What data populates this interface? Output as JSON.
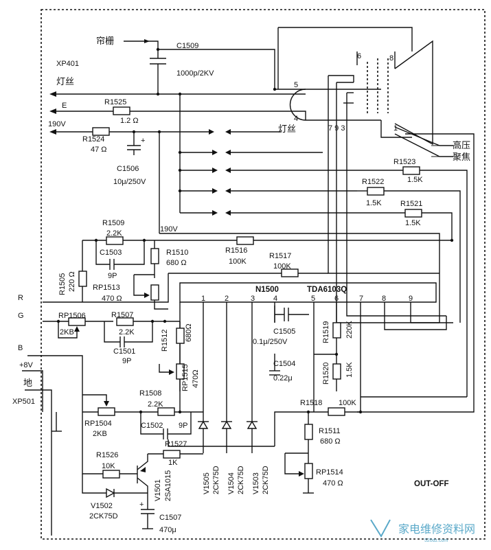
{
  "labels": {
    "grid": "帘栅",
    "c1509_name": "C1509",
    "c1509_value": "1000p/2KV",
    "xp401": "XP401",
    "filament": "灯丝",
    "filament2": "灯丝",
    "e": "E",
    "v190": "190V",
    "v190b": "190V",
    "r1525_name": "R1525",
    "r1525_value": "1.2 Ω",
    "r1524_name": "R1524",
    "r1524_value": "47 Ω",
    "c1506_name": "C1506",
    "c1506_value": "10μ/250V",
    "high_voltage": "高压",
    "focus": "聚焦",
    "pin5": "5",
    "pin4": "4",
    "pin6": "6",
    "pin8": "8",
    "pin1": "1",
    "pin793": "7 9 3",
    "r1523_name": "R1523",
    "r1523_value": "1.5K",
    "r1522_name": "R1522",
    "r1522_value": "1.5K",
    "r1521_name": "R1521",
    "r1521_value": "1.5K",
    "r1509_name": "R1509",
    "r1509_value": "2.2K",
    "c1503_name": "C1503",
    "c1503_value": "9P",
    "r1505_name": "R1505",
    "r1505_value": "220 Ω",
    "r1510_name": "R1510",
    "r1510_value": "680 Ω",
    "r1516_name": "R1516",
    "r1516_value": "100K",
    "r1517_name": "R1517",
    "r1517_value": "100K",
    "rp1513_name": "RP1513",
    "rp1513_value": "470 Ω",
    "n1500": "N1500",
    "tda": "TDA6103Q",
    "ic_pins": [
      "1",
      "2",
      "3",
      "4",
      "5",
      "6",
      "7",
      "8",
      "9"
    ],
    "in_r": "R",
    "in_g": "G",
    "in_b": "B",
    "plus8v": "+8V",
    "ground": "地",
    "xp501": "XP501",
    "rp1506_name": "RP1506",
    "rp1506_value": "2KB",
    "r1507_name": "R1507",
    "r1507_value": "2.2K",
    "c1501_name": "C1501",
    "c1501_value": "9P",
    "r1512_name": "R1512",
    "r1512_value": "680Ω",
    "rp1515_name": "RP1515",
    "rp1515_value": "470Ω",
    "c1505_name": "C1505",
    "c1505_value": "0.1μ/250V",
    "r1519_name": "R1519",
    "r1519_value": "220K",
    "c1504_name": "C1504",
    "c1504_value": "0.22μ",
    "r1520_name": "R1520",
    "r1520_value": "1.5K",
    "r1508_name": "R1508",
    "r1508_value": "2.2K",
    "rp1504_name": "RP1504",
    "rp1504_value": "2KB",
    "c1502_name": "C1502",
    "c1502_value": "9P",
    "r1518_name": "R1518",
    "r1518_value": "100K",
    "r1511_name": "R1511",
    "r1511_value": "680 Ω",
    "r1527_name": "R1527",
    "r1527_value": "1K",
    "r1526_name": "R1526",
    "r1526_value": "10K",
    "v1501_name": "V1501",
    "v1501_value": "2SA1015",
    "v1505_name": "V1505",
    "v1505_value": "2CK75D",
    "v1504_name": "V1504",
    "v1504_value": "2CK75D",
    "v1503_name": "V1503",
    "v1503_value": "2CK75D",
    "rp1514_name": "RP1514",
    "rp1514_value": "470 Ω",
    "v1502_name": "V1502",
    "v1502_value": "2CK75D",
    "c1507_name": "C1507",
    "c1507_value": "470μ",
    "out_off": "OUT-OFF",
    "plus": "+",
    "watermark": "家电维修资料网",
    "watermark_url": "520dz.com"
  },
  "colors": {
    "ink": "#111111",
    "watermark": "#5aa9c9"
  }
}
